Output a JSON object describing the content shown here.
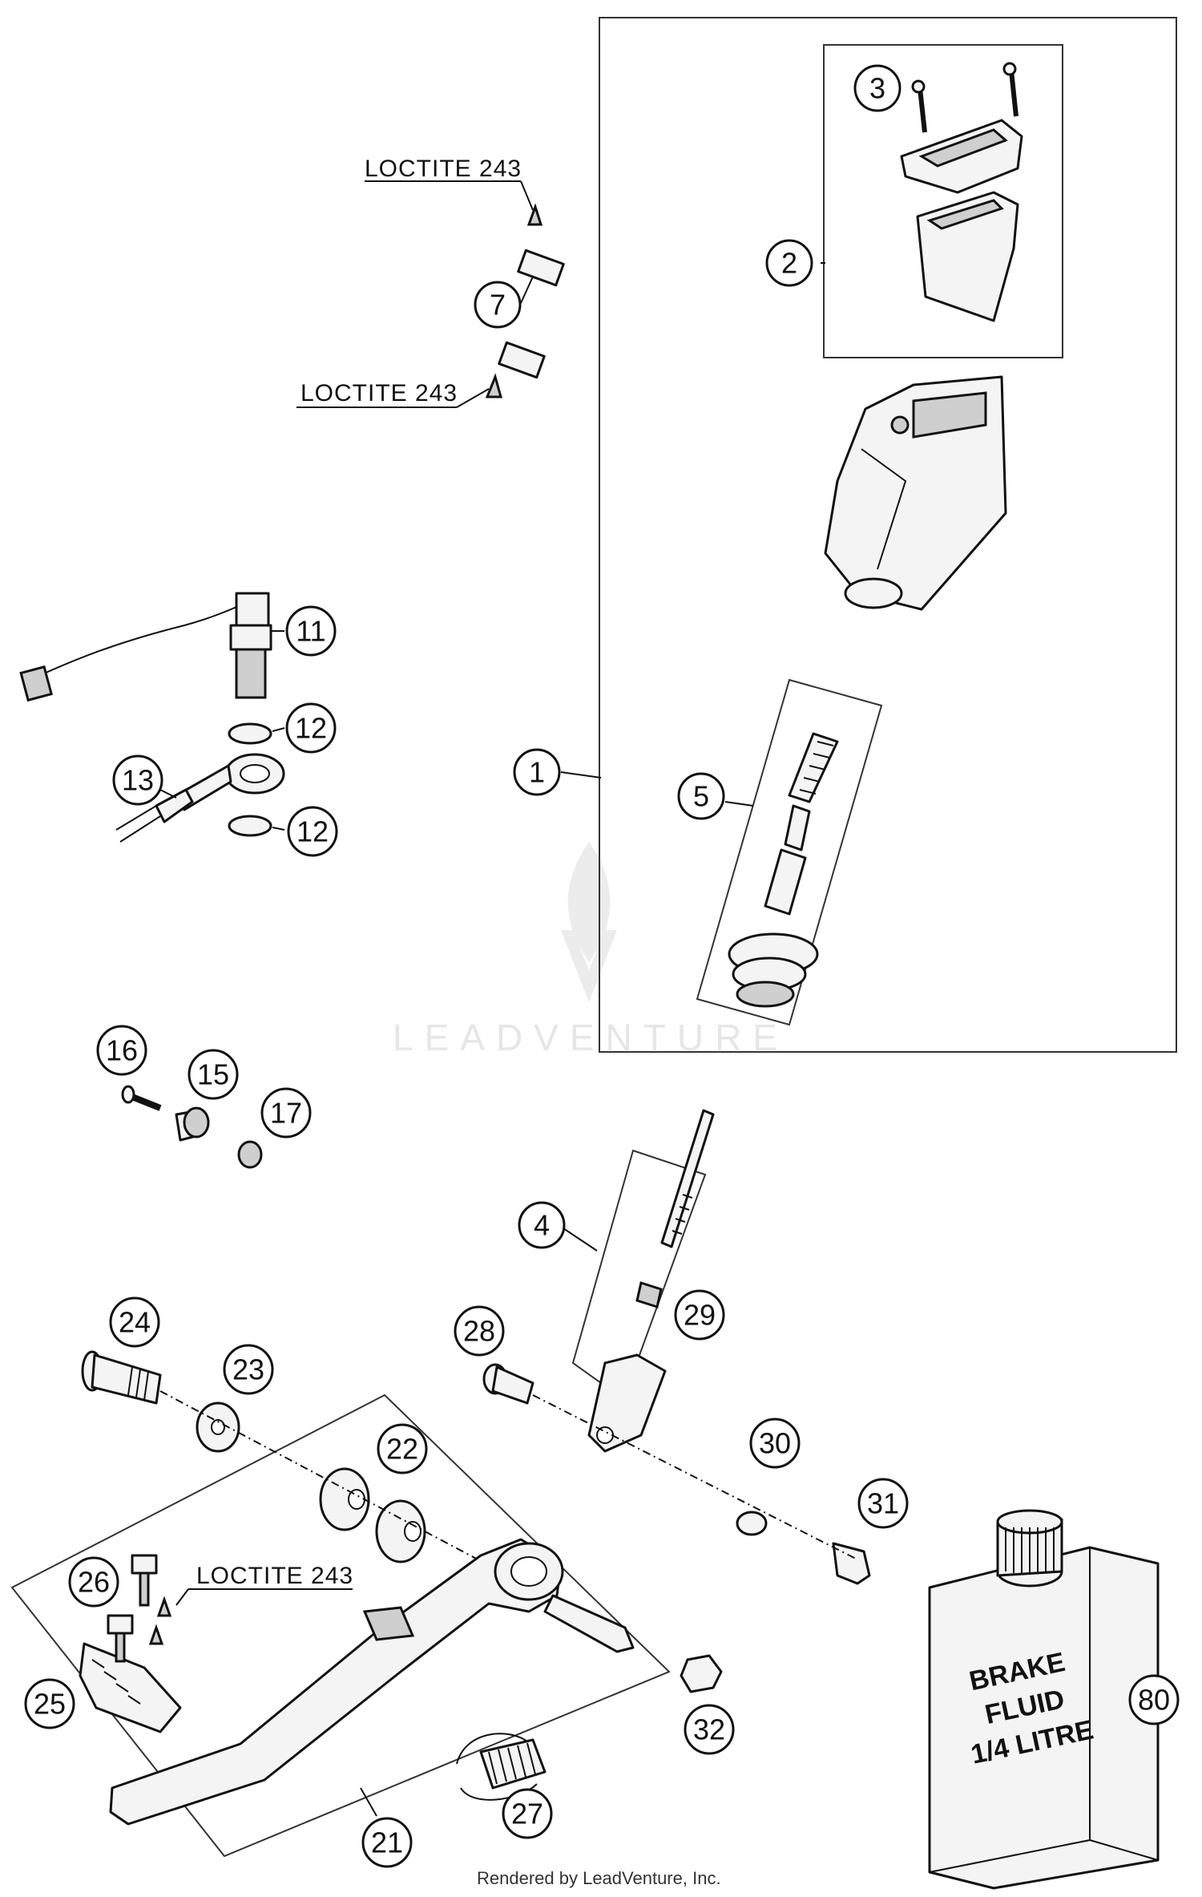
{
  "callouts": [
    {
      "label": "1"
    },
    {
      "label": "2"
    },
    {
      "label": "3"
    },
    {
      "label": "4"
    },
    {
      "label": "5"
    },
    {
      "label": "7"
    },
    {
      "label": "11"
    },
    {
      "label": "12"
    },
    {
      "label": "12"
    },
    {
      "label": "13"
    },
    {
      "label": "15"
    },
    {
      "label": "16"
    },
    {
      "label": "17"
    },
    {
      "label": "21"
    },
    {
      "label": "22"
    },
    {
      "label": "23"
    },
    {
      "label": "24"
    },
    {
      "label": "25"
    },
    {
      "label": "26"
    },
    {
      "label": "27"
    },
    {
      "label": "28"
    },
    {
      "label": "29"
    },
    {
      "label": "30"
    },
    {
      "label": "31"
    },
    {
      "label": "32"
    },
    {
      "label": "80"
    }
  ],
  "annotations": {
    "loctite_1": "LOCTITE 243",
    "loctite_2": "LOCTITE 243",
    "loctite_3": "LOCTITE 243"
  },
  "brake_fluid_label": [
    "BRAKE",
    "FLUID",
    "1/4 LITRE"
  ],
  "watermark": "LEADVENTURE",
  "footer": "Rendered by LeadVenture, Inc."
}
